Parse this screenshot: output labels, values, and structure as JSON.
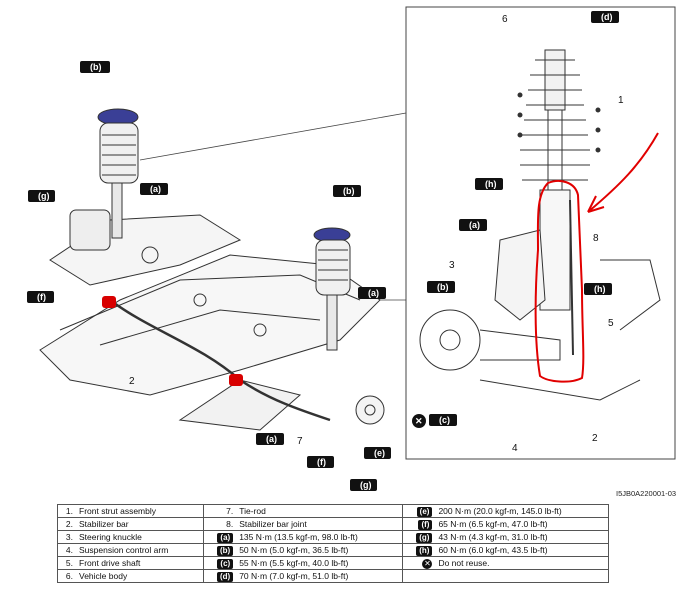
{
  "figure_code": "I5JB0A220001-03",
  "callouts": {
    "n1": "1",
    "n2a": "2",
    "n2b": "2",
    "n3": "3",
    "n4": "4",
    "n5": "5",
    "n6": "6",
    "n7": "7",
    "n8": "8"
  },
  "torque_badges": {
    "b_top": "(b)",
    "g_left": "(g)",
    "a_top": "(a)",
    "b_right": "(b)",
    "f_left": "(f)",
    "a_right": "(a)",
    "a_bottom": "(a)",
    "f_bottom": "(f)",
    "e_bottom": "(e)",
    "g_bottom": "(g)",
    "d_detail": "(d)",
    "h_detail_top": "(h)",
    "a_detail": "(a)",
    "b_detail": "(b)",
    "h_detail_right": "(h)",
    "c_detail": "(c)"
  },
  "legend": {
    "rows": [
      {
        "n1": "1.",
        "t1": "Front strut assembly",
        "n2": "7.",
        "t2": "Tie-rod",
        "k": "(e)",
        "v": "200 N·m (20.0 kgf-m, 145.0 lb-ft)"
      },
      {
        "n1": "2.",
        "t1": "Stabilizer bar",
        "n2": "8.",
        "t2": "Stabilizer bar joint",
        "k": "(f)",
        "v": "65 N·m (6.5 kgf-m, 47.0 lb-ft)"
      },
      {
        "n1": "3.",
        "t1": "Steering knuckle",
        "k2": "(a)",
        "t2": "135 N·m (13.5 kgf-m, 98.0 lb-ft)",
        "k": "(g)",
        "v": "43 N·m (4.3 kgf-m, 31.0 lb-ft)"
      },
      {
        "n1": "4.",
        "t1": "Suspension control arm",
        "k2": "(b)",
        "t2": "50 N·m (5.0 kgf-m, 36.5 lb-ft)",
        "k": "(h)",
        "v": "60 N·m (6.0 kgf-m, 43.5 lb-ft)"
      },
      {
        "n1": "5.",
        "t1": "Front drive shaft",
        "k2": "(c)",
        "t2": "55 N·m (5.5 kgf-m, 40.0 lb-ft)",
        "k": "✕",
        "v": "Do not reuse."
      },
      {
        "n1": "6.",
        "t1": "Vehicle body",
        "k2": "(d)",
        "t2": "70 N·m (7.0 kgf-m, 51.0 lb-ft)",
        "k": "",
        "v": ""
      }
    ]
  }
}
